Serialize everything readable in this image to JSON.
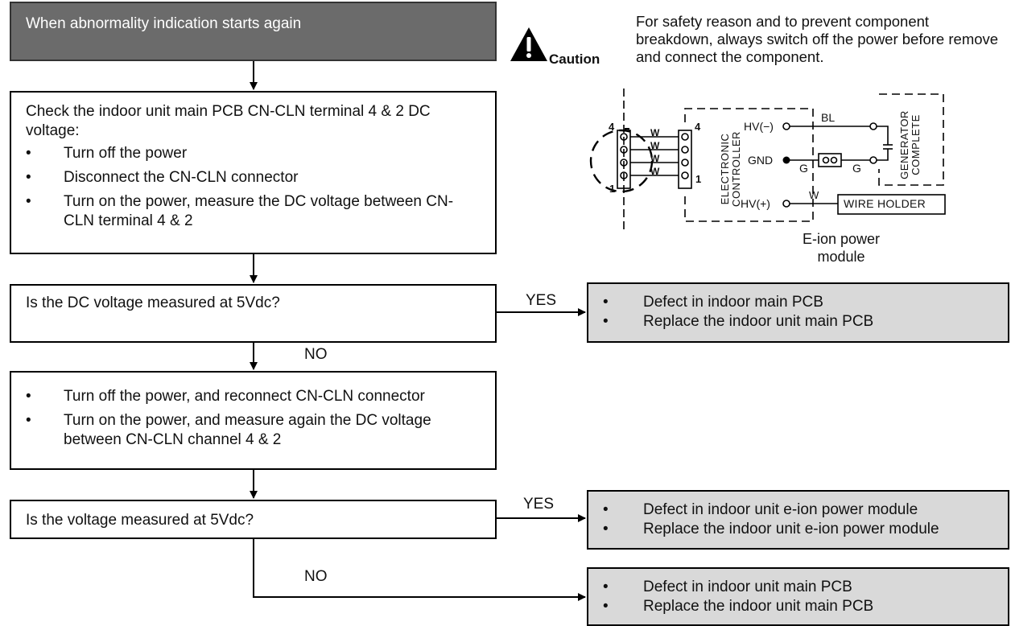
{
  "start": {
    "label": "When abnormality indication starts again"
  },
  "caution": {
    "label": "Caution",
    "text": "For safety reason and to prevent component breakdown, always switch off the power before remove and connect the component."
  },
  "step1": {
    "title": "Check the indoor unit main PCB CN-CLN terminal 4 & 2 DC voltage:",
    "items": [
      "Turn off the power",
      "Disconnect the CN-CLN connector",
      "Turn on the power, measure the DC voltage between CN-CLN terminal 4 & 2"
    ]
  },
  "q1": {
    "text": "Is the DC voltage measured at 5Vdc?",
    "yes": "YES",
    "no": "NO"
  },
  "r1": {
    "items": [
      "Defect in indoor main PCB",
      "Replace the indoor unit main PCB"
    ]
  },
  "step2": {
    "items": [
      "Turn off the power, and reconnect CN-CLN connector",
      "Turn on the power, and measure again the DC voltage between CN-CLN channel 4 & 2"
    ]
  },
  "q2": {
    "text": "Is the voltage measured at 5Vdc?",
    "yes": "YES",
    "no": "NO"
  },
  "r2": {
    "items": [
      "Defect in indoor unit e-ion power module",
      "Replace the indoor unit e-ion power module"
    ]
  },
  "r3": {
    "items": [
      "Defect in indoor unit main PCB",
      "Replace the indoor unit main PCB"
    ]
  },
  "schematic": {
    "pin_top": "4",
    "pin_bottom": "1",
    "pin_top_r": "4",
    "pin_bottom_r": "1",
    "wire": "W",
    "controller": "ELECTRONIC CONTROLLER",
    "hv_neg": "HV(−)",
    "gnd": "GND",
    "hv_pos": "HV(+)",
    "bl": "BL",
    "g1": "G",
    "g2": "G",
    "w2": "W",
    "generator": "GENERATOR COMPLETE",
    "wire_holder": "WIRE HOLDER",
    "caption": "E-ion power module"
  }
}
